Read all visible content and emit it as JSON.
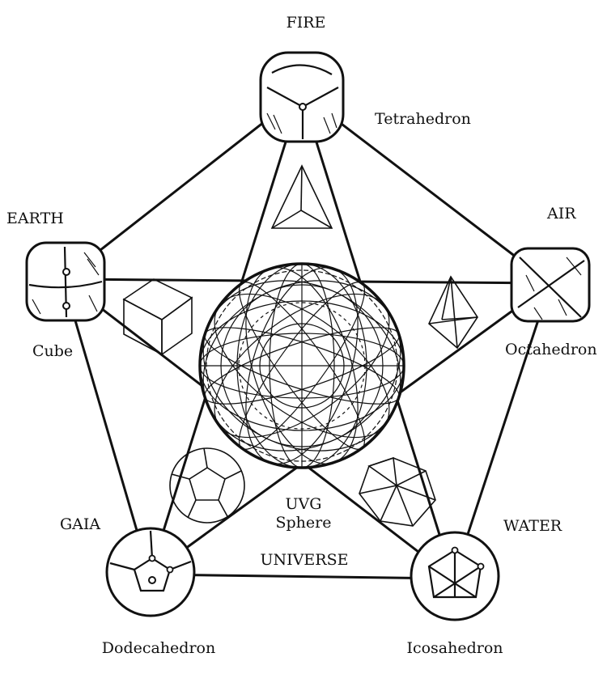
{
  "elements": {
    "fire": "FIRE",
    "earth": "EARTH",
    "air": "AIR",
    "gaia": "GAIA",
    "water": "WATER"
  },
  "solids": {
    "tetrahedron": "Tetrahedron",
    "cube": "Cube",
    "octahedron": "Octahedron",
    "dodecahedron": "Dodecahedron",
    "icosahedron": "Icosahedron"
  },
  "center": {
    "line1": "UVG",
    "line2": "Sphere",
    "universe": "UNIVERSE"
  }
}
